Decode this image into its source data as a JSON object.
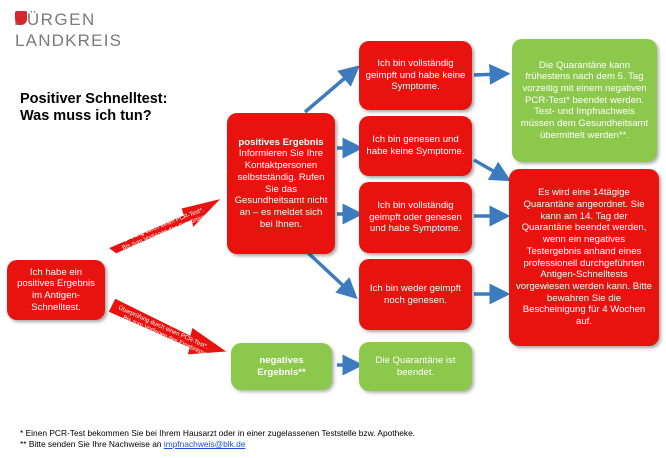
{
  "logo": {
    "line1": "BÜRGEN",
    "line2": "LANDKREIS",
    "shield_color": "#d8262b"
  },
  "title": {
    "line1": "Positiver Schnelltest:",
    "line2": "Was muss ich tun?"
  },
  "colors": {
    "red": "#e8130f",
    "green": "#8cc84b",
    "arrow_blue": "#3d7bbf",
    "arrow_red": "#e8130f"
  },
  "boxes": {
    "start": "Ich habe ein positives Ergebnis im Antigen-Schnelltest.",
    "positive_title": "positives Ergebnis",
    "positive_text": "Informieren Sie Ihre Kontaktpersonen selbstständig. Rufen Sie das Gesundheitsamt nicht an – es meldet sich bei Ihnen.",
    "negative_title": "negatives Ergebnis**",
    "case1": "Ich bin vollständig geimpft und habe keine Symptome.",
    "case2": "Ich bin genesen und habe keine Symptome.",
    "case3": "Ich bin vollständig geimpft oder genesen und habe Symptome.",
    "case4": "Ich bin weder geimpft noch genesen.",
    "result1": "Die Quarantäne kann frühestens nach dem 5. Tag vorzeitig mit einem negativen PCR-Test* beendet werden. Test- und Impfnachweis müssen dem Gesundheitsamt übermittelt werden**.",
    "result2": "Es wird eine 14tägige Quarantäne angeordnet. Sie kann am 14. Tag der Quarantäne beendet werden, wenn ein negatives Testergebnis anhand eines professionell durchgeführten Antigen-Schnelltests vorgewiesen werden kann. Bitte bewahren Sie die Bescheinigung für 4 Wochen auf.",
    "result_neg": "Die Quarantäne ist beendet."
  },
  "arrow_labels": {
    "upper": [
      "Überprüfung durch einen PCR-Test*.",
      "Bis zum Vorliegen des Ergebnisses",
      "besteht Quarantäne!"
    ],
    "lower": [
      "Überprüfung durch einen PCR-Test*.",
      "Bis zum Vorliegen des Ergebnisses",
      "besteht Quarantäne!"
    ]
  },
  "footnotes": {
    "fn1": "* Einen PCR-Test bekommen Sie bei Ihrem Hausarzt oder in einer zugelassenen Teststelle bzw. Apotheke.",
    "fn2_prefix": "** Bitte senden Sie Ihre Nachweise an ",
    "fn2_email": "impfnachweis@blk.de"
  }
}
